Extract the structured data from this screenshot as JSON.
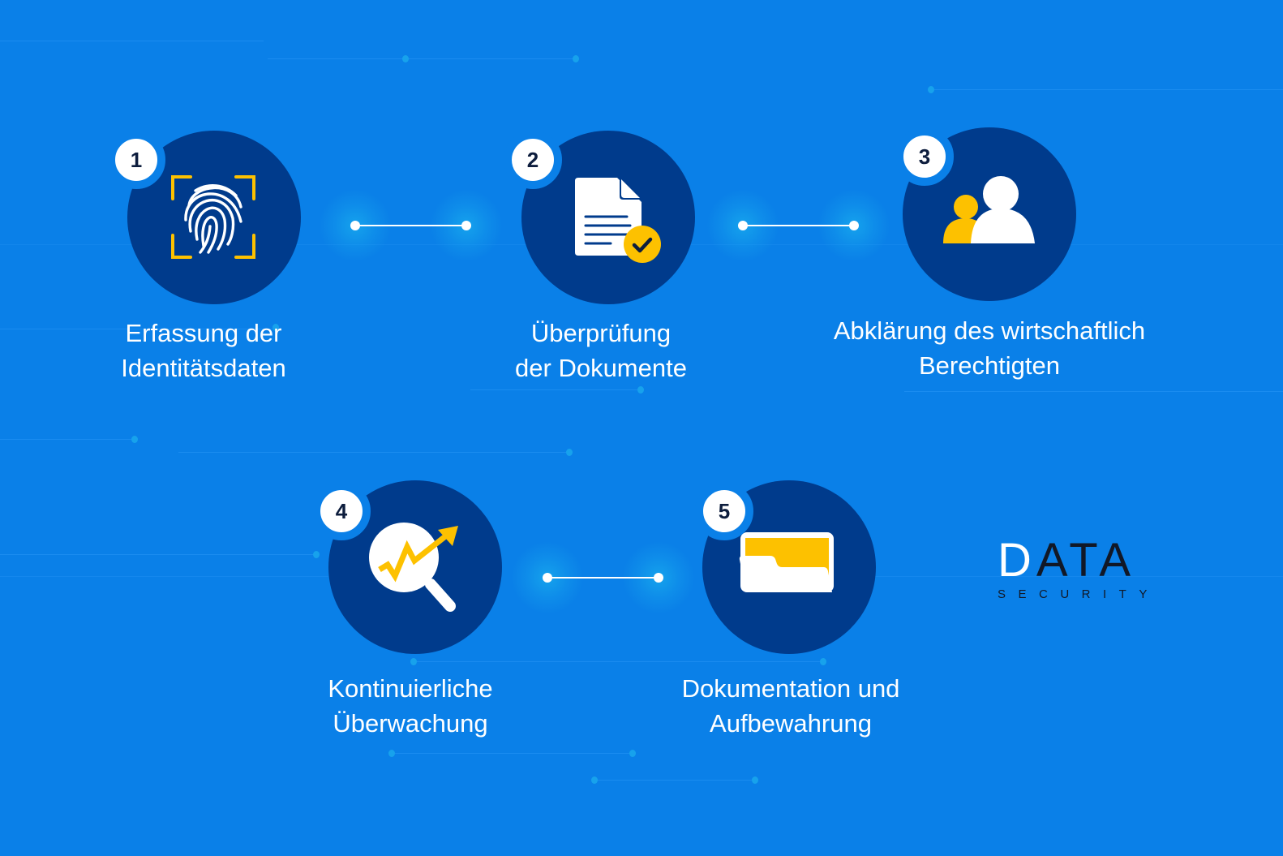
{
  "colors": {
    "background": "#0a80e8",
    "circle": "#003b8c",
    "accent": "#fdc100",
    "icon_primary": "#ffffff",
    "badge_text": "#0d1d3d"
  },
  "steps": [
    {
      "number": "1",
      "icon": "fingerprint-scan-icon",
      "line1": "Erfassung der",
      "line2": "Identitätsdaten"
    },
    {
      "number": "2",
      "icon": "document-check-icon",
      "line1": "Überprüfung",
      "line2": "der Dokumente"
    },
    {
      "number": "3",
      "icon": "users-icon",
      "line1": "Abklärung des wirtschaftlich",
      "line2": "Berechtigten"
    },
    {
      "number": "4",
      "icon": "magnifier-trend-icon",
      "line1": "Kontinuierliche",
      "line2": "Überwachung"
    },
    {
      "number": "5",
      "icon": "folder-icon",
      "line1": "Dokumentation und",
      "line2": "Aufbewahrung"
    }
  ],
  "logo": {
    "main_first": "D",
    "main_rest": "ATA",
    "sub": "SECURITY"
  }
}
